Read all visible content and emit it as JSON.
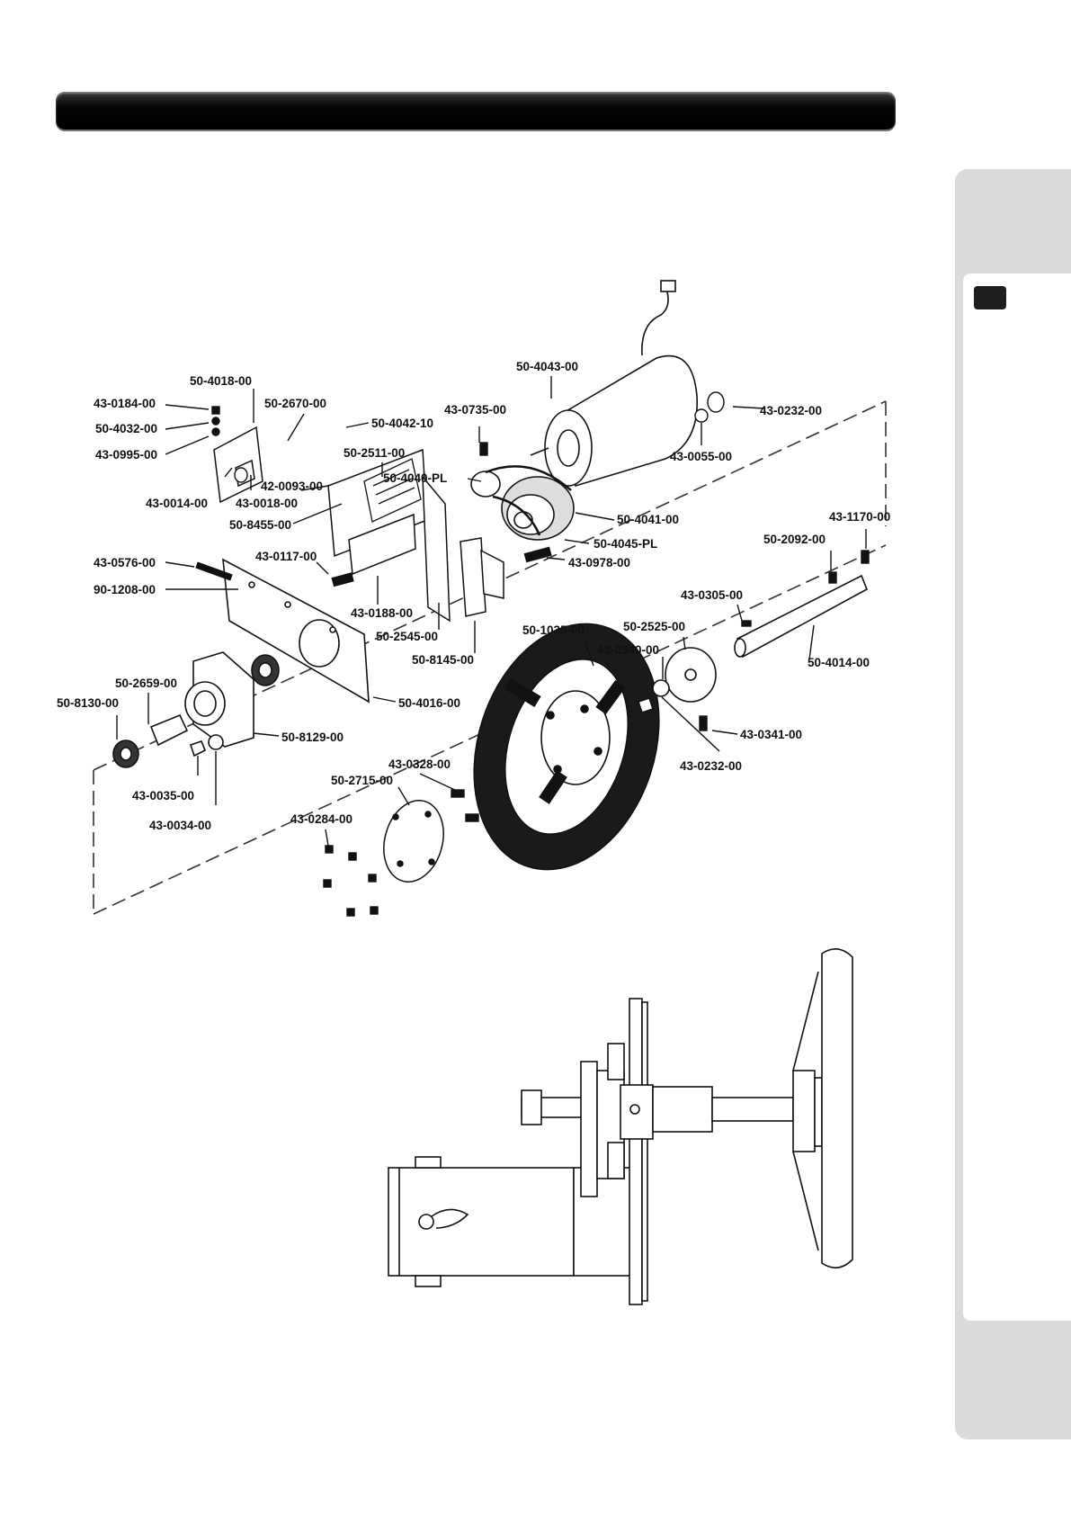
{
  "page": {
    "title_bar": "",
    "side_tab": ""
  },
  "diagram": {
    "part_labels": [
      "50-4018-00",
      "43-0184-00",
      "50-2670-00",
      "50-4032-00",
      "50-4042-10",
      "43-0995-00",
      "50-4043-00",
      "43-0735-00",
      "43-0232-00",
      "50-2511-00",
      "50-4040-PL",
      "43-0055-00",
      "42-0093-00",
      "43-0014-00",
      "43-0018-00",
      "50-8455-00",
      "50-4041-00",
      "50-4045-PL",
      "43-1170-00",
      "43-0576-00",
      "43-0117-00",
      "43-0978-00",
      "50-2092-00",
      "90-1208-00",
      "43-0188-00",
      "43-0305-00",
      "50-2545-00",
      "50-8145-00",
      "50-1035-00",
      "50-2525-00",
      "43-0340-00",
      "50-4014-00",
      "50-2659-00",
      "50-8130-00",
      "50-4016-00",
      "50-8129-00",
      "43-0341-00",
      "43-0232-00",
      "43-0328-00",
      "43-0035-00",
      "50-2715-00",
      "43-0034-00",
      "43-0284-00"
    ]
  }
}
